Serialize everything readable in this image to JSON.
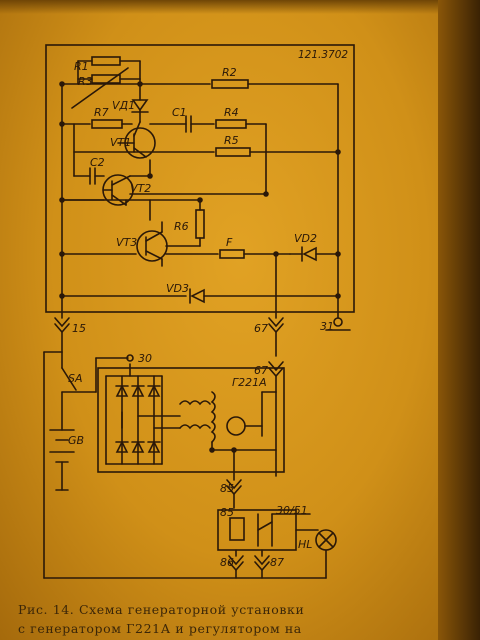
{
  "diagram": {
    "regulator_model": "121.3702",
    "generator_model": "Г221А",
    "components": {
      "r1": "R1",
      "r2": "R2",
      "r3": "R3",
      "r4": "R4",
      "r5": "R5",
      "r6": "R6",
      "r7": "R7",
      "c1": "C1",
      "c2": "C2",
      "vd1": "VД1",
      "vd2": "VD2",
      "vd3": "VD3",
      "vt1": "VT1",
      "vt2": "VT2",
      "vt3": "VT3",
      "fuse": "F",
      "switch": "SA",
      "battery": "GB",
      "lamp": "HL"
    },
    "terminals": {
      "t15": "15",
      "t67_reg": "67",
      "t31": "31",
      "t30": "30",
      "t67_gen": "67",
      "t85_gen": "85",
      "t85_relay": "85",
      "t30_51": "30/51",
      "t86": "86",
      "t87": "87"
    }
  },
  "caption": {
    "line1": "Рис.  14.  Схема  генераторной  установки",
    "line2": "с  генератором  Г221А  и  регулятором  на"
  },
  "colors": {
    "ink": "#2a1808",
    "paper": "#d8961c"
  }
}
